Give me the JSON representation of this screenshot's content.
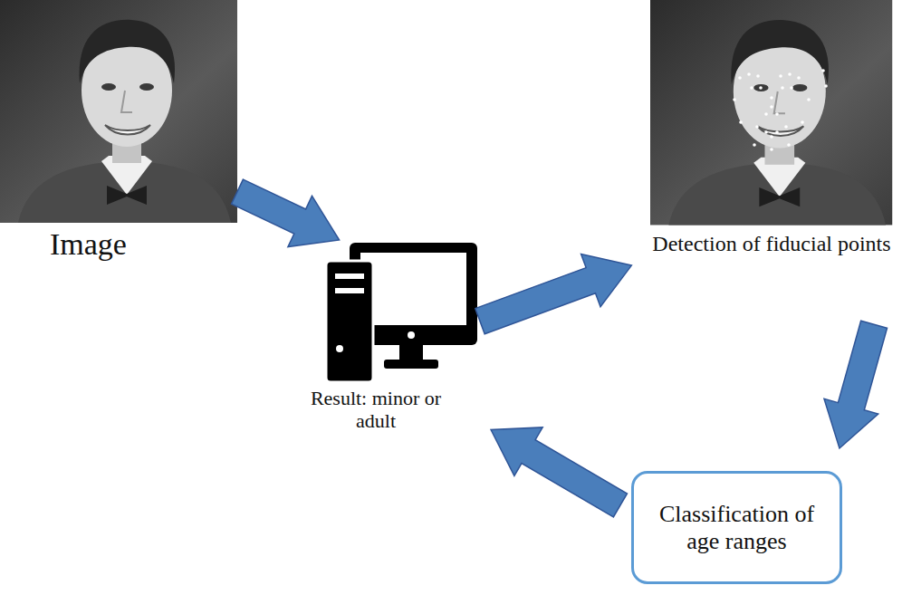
{
  "diagram": {
    "nodes": [
      {
        "text": [
          "Image"
        ]
      },
      {
        "text": [
          "Detection of fiducial points"
        ]
      },
      {
        "text": [
          "Result: minor or adult"
        ]
      },
      {
        "text": [
          "Classification of age ranges"
        ]
      }
    ],
    "edges": [
      {
        "from": 0,
        "to": 2,
        "arrow": "to"
      },
      {
        "from": 2,
        "to": 1,
        "arrow": "to"
      },
      {
        "from": 1,
        "to": 3,
        "arrow": "to"
      },
      {
        "from": 3,
        "to": 2,
        "arrow": "to"
      }
    ]
  }
}
